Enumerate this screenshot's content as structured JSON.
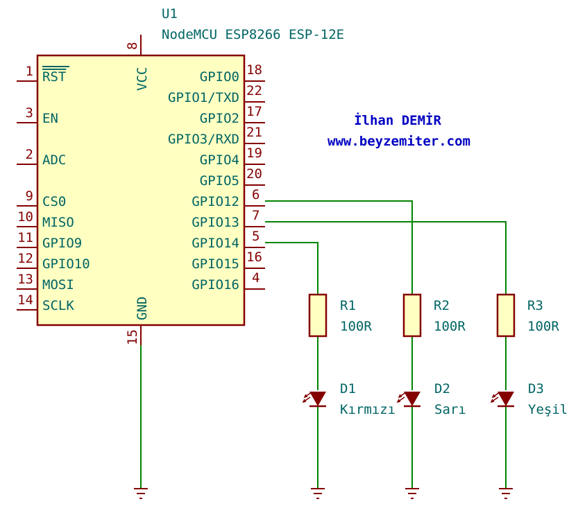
{
  "author": {
    "name": "İlhan DEMİR",
    "website": "www.beyzemiter.com"
  },
  "mcu": {
    "ref": "U1",
    "value": "NodeMCU ESP8266 ESP-12E",
    "left_pins": [
      {
        "num": "1",
        "name": "RST",
        "overline": true
      },
      {
        "num": "3",
        "name": "EN"
      },
      {
        "num": "2",
        "name": "ADC"
      },
      {
        "num": "9",
        "name": "CS0"
      },
      {
        "num": "10",
        "name": "MISO"
      },
      {
        "num": "11",
        "name": "GPIO9"
      },
      {
        "num": "12",
        "name": "GPIO10"
      },
      {
        "num": "13",
        "name": "MOSI"
      },
      {
        "num": "14",
        "name": "SCLK"
      }
    ],
    "right_pins": [
      {
        "num": "18",
        "name": "GPIO0"
      },
      {
        "num": "22",
        "name": "GPIO1/TXD"
      },
      {
        "num": "17",
        "name": "GPIO2"
      },
      {
        "num": "21",
        "name": "GPIO3/RXD"
      },
      {
        "num": "19",
        "name": "GPIO4"
      },
      {
        "num": "20",
        "name": "GPIO5"
      },
      {
        "num": "6",
        "name": "GPIO12"
      },
      {
        "num": "7",
        "name": "GPIO13"
      },
      {
        "num": "5",
        "name": "GPIO14"
      },
      {
        "num": "16",
        "name": "GPIO15"
      },
      {
        "num": "4",
        "name": "GPIO16"
      }
    ],
    "power_pin": {
      "num": "8",
      "name": "VCC"
    },
    "ground_pin": {
      "num": "15",
      "name": "GND"
    }
  },
  "resistors": [
    {
      "ref": "R1",
      "value": "100R"
    },
    {
      "ref": "R2",
      "value": "100R"
    },
    {
      "ref": "R3",
      "value": "100R"
    }
  ],
  "leds": [
    {
      "ref": "D1",
      "value": "Kırmızı"
    },
    {
      "ref": "D2",
      "value": "Sarı"
    },
    {
      "ref": "D3",
      "value": "Yeşil"
    }
  ],
  "colors": {
    "wire": "#008400",
    "component": "#840000",
    "chip_fill": "#ffffc2",
    "label_text": "#006464",
    "author_text": "#0000c2"
  }
}
